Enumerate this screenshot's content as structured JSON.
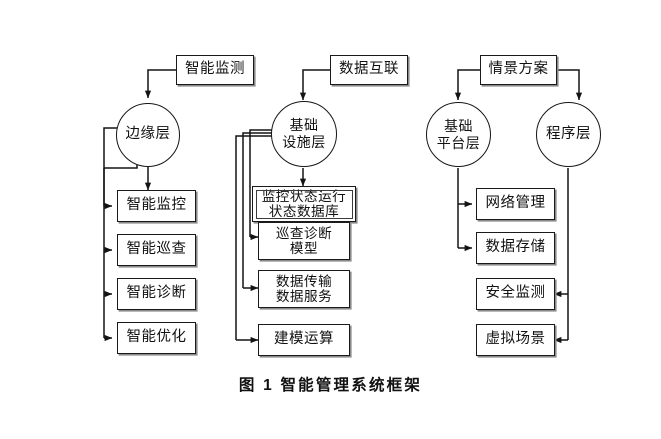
{
  "figure": {
    "caption": "图 1  智能管理系统框架",
    "caption_number": "图 1",
    "caption_title": "智能管理系统框架"
  },
  "colors": {
    "stroke": "#1a1a1a",
    "shadow": "#8a8a8a",
    "background": "#ffffff",
    "text": "#111111"
  },
  "diagram": {
    "type": "flowchart",
    "columns": [
      {
        "id": "edge",
        "input": {
          "id": "input-edge",
          "label": "智能监测"
        },
        "hub": {
          "id": "hub-edge",
          "label": "边缘层",
          "shape": "circle"
        },
        "outputs": [
          {
            "id": "edge-out-1",
            "label": "智能监控"
          },
          {
            "id": "edge-out-2",
            "label": "智能巡查"
          },
          {
            "id": "edge-out-3",
            "label": "智能诊断"
          },
          {
            "id": "edge-out-4",
            "label": "智能优化"
          }
        ]
      },
      {
        "id": "infra",
        "input": {
          "id": "input-infra",
          "label": "数据互联"
        },
        "hub": {
          "id": "hub-infra",
          "label_line1": "基础",
          "label_line2": "设施层",
          "shape": "circle"
        },
        "outputs": [
          {
            "id": "infra-out-1",
            "label_line1": "监控状态运行",
            "label_line2": "状态数据库",
            "style": "double-border"
          },
          {
            "id": "infra-out-2",
            "label_line1": "巡查诊断",
            "label_line2": "模型"
          },
          {
            "id": "infra-out-3",
            "label_line1": "数据传输",
            "label_line2": "数据服务"
          },
          {
            "id": "infra-out-4",
            "label_line1": "建模运算"
          }
        ]
      },
      {
        "id": "scenario",
        "input": {
          "id": "input-scenario",
          "label": "情景方案"
        },
        "hubs": [
          {
            "id": "hub-platform",
            "label_line1": "基础",
            "label_line2": "平台层",
            "shape": "circle"
          },
          {
            "id": "hub-program",
            "label_line1": "程序层",
            "shape": "circle"
          }
        ],
        "outputs": [
          {
            "id": "platform-out-1",
            "label": "网络管理",
            "source": "hub-platform",
            "arrow_side": "left"
          },
          {
            "id": "platform-out-2",
            "label": "数据存储",
            "source": "hub-platform",
            "arrow_side": "left"
          },
          {
            "id": "program-out-1",
            "label": "安全监测",
            "source": "hub-program",
            "arrow_side": "right"
          },
          {
            "id": "program-out-2",
            "label": "虚拟场景",
            "source": "hub-program",
            "arrow_side": "right"
          }
        ]
      }
    ]
  }
}
